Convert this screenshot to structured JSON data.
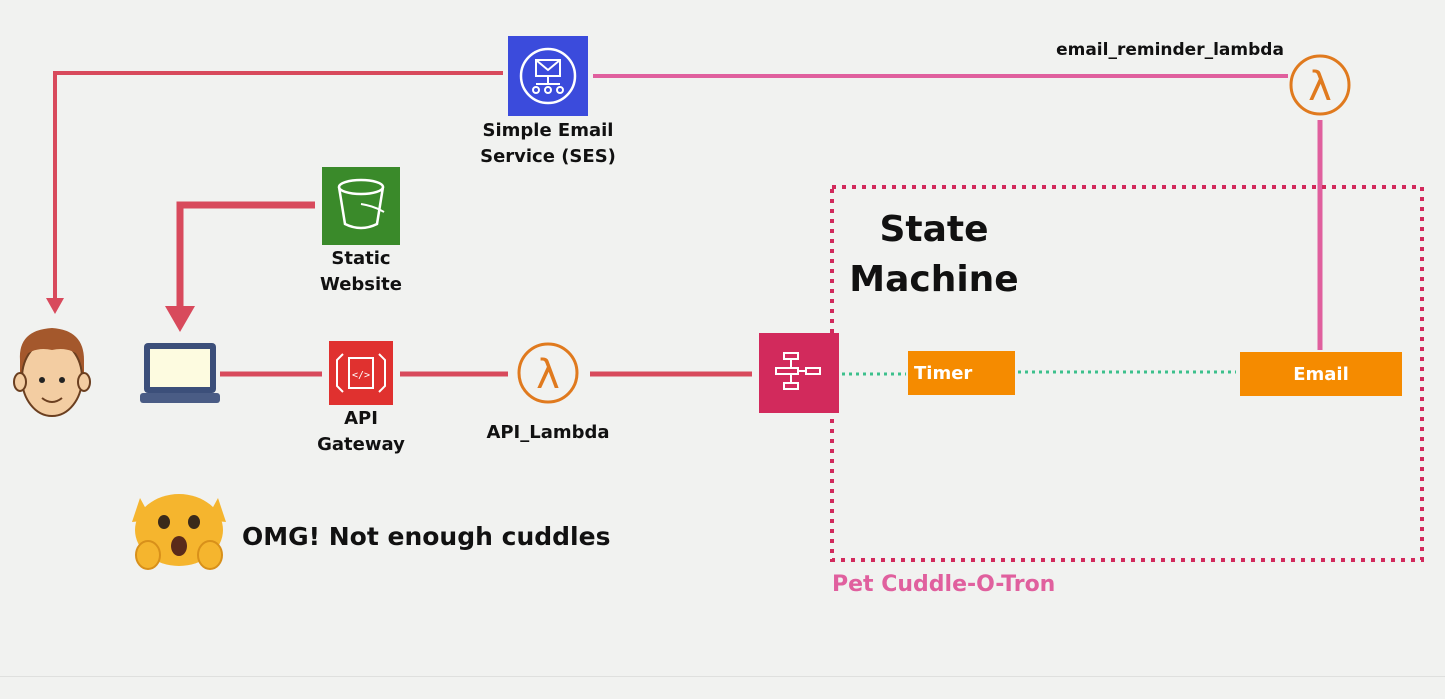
{
  "ses": {
    "label_line1": "Simple Email",
    "label_line2": "Service (SES)"
  },
  "email_lambda": {
    "label": "email_reminder_lambda"
  },
  "s3": {
    "label_line1": "Static",
    "label_line2": "Website"
  },
  "api_gateway": {
    "label_line1": "API",
    "label_line2": "Gateway"
  },
  "api_lambda": {
    "label": "API_Lambda"
  },
  "state_machine": {
    "title_line1": "State",
    "title_line2": "Machine",
    "caption": "Pet Cuddle-O-Tron"
  },
  "timer": {
    "label": "Timer"
  },
  "email_step": {
    "label": "Email"
  },
  "message": {
    "text": "OMG! Not enough cuddles"
  },
  "colors": {
    "red_line": "#d84a5c",
    "pink_line": "#e0609e",
    "green_dotted": "#3cc08c",
    "ses_blue": "#3b4bdc",
    "s3_green": "#3a8a2a",
    "api_red": "#e0312f",
    "step_pink": "#d22a5c",
    "lambda_orange": "#e07a1e",
    "orange_box": "#f58b00",
    "caption_pink": "#e0609e"
  },
  "icons": [
    "person-avatar",
    "laptop-icon",
    "bucket-icon",
    "api-gateway-icon",
    "lambda-icon",
    "step-functions-icon",
    "email-service-icon",
    "stopwatch-icon",
    "cat-emoji-icon"
  ]
}
